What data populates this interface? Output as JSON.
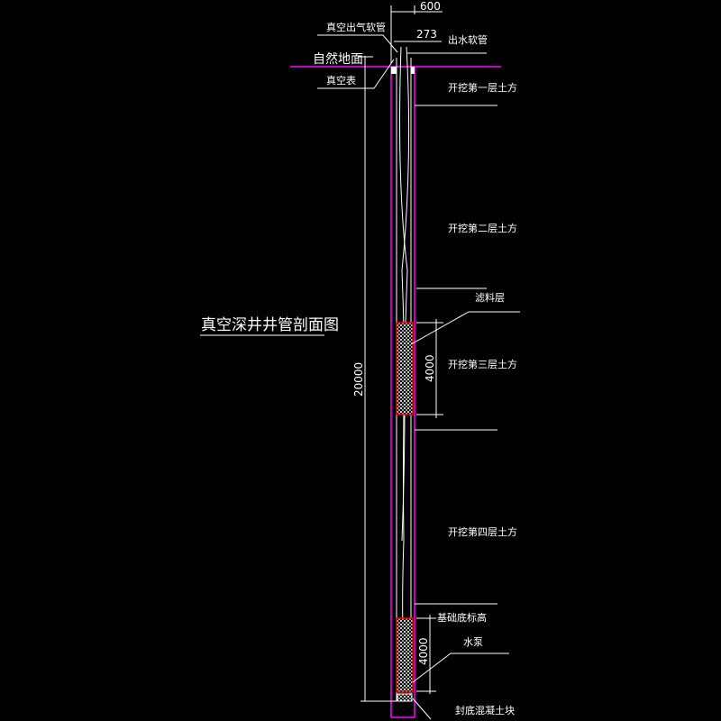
{
  "title": "真空深井井管剖面图",
  "dimensions": {
    "well_width": "600",
    "pipe_width": "273",
    "depth": "20000",
    "filter_upper": "4000",
    "filter_lower": "4000"
  },
  "labels": {
    "vacuum_exhaust_hose": "真空出气软管",
    "water_outlet_hose": "出水软管",
    "natural_ground": "自然地面",
    "vacuum_gauge": "真空表",
    "excavation_layer_1": "开挖第一层土方",
    "excavation_layer_2": "开挖第二层土方",
    "filter_layer": "滤料层",
    "excavation_layer_3": "开挖第三层土方",
    "excavation_layer_4": "开挖第四层土方",
    "foundation_bottom_elevation": "基础底标高",
    "water_pump": "水泵",
    "bottom_concrete_block": "封底混凝土块"
  },
  "colors": {
    "background": "#000000",
    "lines": "#ffffff",
    "casing": "#ff00ff",
    "filter": "#ff0000"
  }
}
